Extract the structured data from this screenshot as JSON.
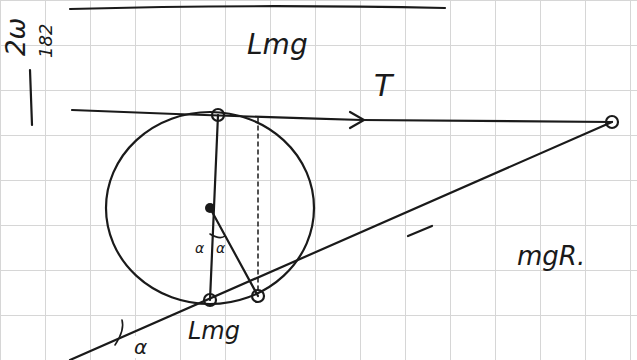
{
  "diagram": {
    "labels": [
      "2ω",
      "182",
      "Lmg",
      "T",
      "mgR.",
      "α",
      "α",
      "α",
      "Lmg"
    ]
  }
}
